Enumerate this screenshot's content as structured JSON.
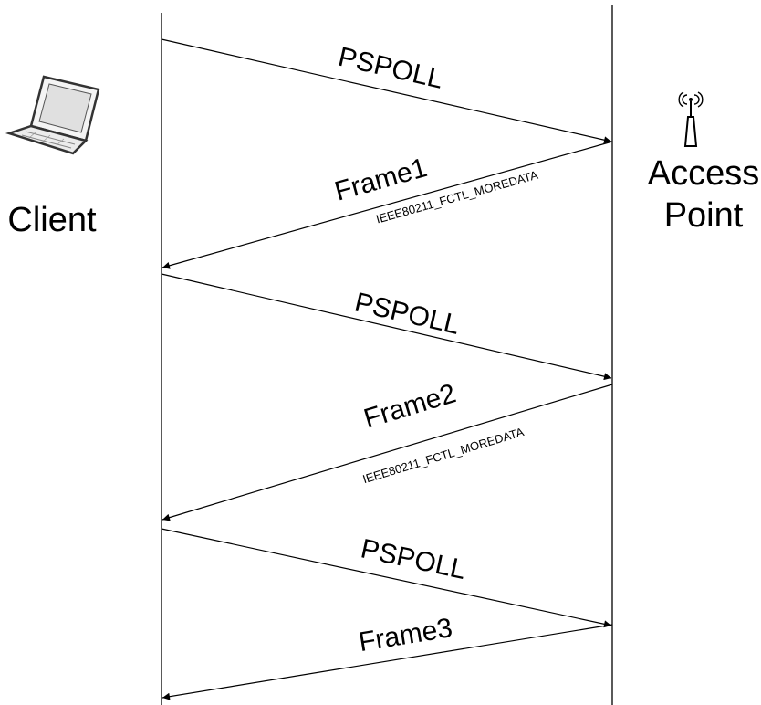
{
  "participants": {
    "client": {
      "label": "Client",
      "icon": "laptop-icon"
    },
    "access_point": {
      "label_line1": "Access",
      "label_line2": "Point",
      "icon": "antenna-icon"
    }
  },
  "messages": [
    {
      "label": "PSPOLL",
      "from": "client",
      "to": "access_point",
      "flag": ""
    },
    {
      "label": "Frame1",
      "from": "access_point",
      "to": "client",
      "flag": "IEEE80211_FCTL_MOREDATA"
    },
    {
      "label": "PSPOLL",
      "from": "client",
      "to": "access_point",
      "flag": ""
    },
    {
      "label": "Frame2",
      "from": "access_point",
      "to": "client",
      "flag": "IEEE80211_FCTL_MOREDATA"
    },
    {
      "label": "PSPOLL",
      "from": "client",
      "to": "access_point",
      "flag": ""
    },
    {
      "label": "Frame3",
      "from": "access_point",
      "to": "client",
      "flag": ""
    }
  ],
  "colors": {
    "line": "#000000",
    "background": "#ffffff"
  }
}
